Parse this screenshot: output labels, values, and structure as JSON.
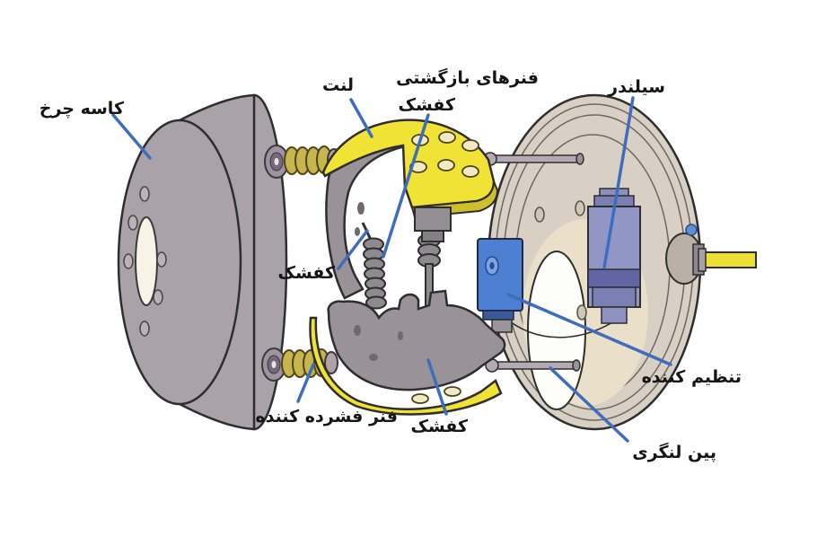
{
  "diagram": {
    "labels": {
      "wheel_drum": "کاسه چرخ",
      "lining": "لنت",
      "shoe_return_springs_line1": "فنرهای بازگشتی",
      "shoe_return_springs_line2": "کفشک",
      "cylinder": "سیلندر",
      "shoe_left": "کفشک",
      "compression_spring": "فنر فشرده کننده",
      "shoe_bottom": "کفشک",
      "adjuster": "تنظیم کننده",
      "anchor_pin": "پین لنگری"
    },
    "colors": {
      "background": "#ffffff",
      "outline": "#2e2e2e",
      "drum_gray": "#a9a3a9",
      "shoe_gray": "#999399",
      "lining_yellow": "#f0e335",
      "lining_yellow_dark": "#cfbf2b",
      "plate_beige": "#d8d0c4",
      "plate_inner_cream": "#eae0c9",
      "cylinder_purple": "#9196c6",
      "adjuster_blue": "#4d7fd2",
      "spring_olive": "#c6b64d",
      "axle_yellow": "#ece035",
      "leader_blue": "#3f6dbe",
      "label_text": "#151515"
    }
  }
}
